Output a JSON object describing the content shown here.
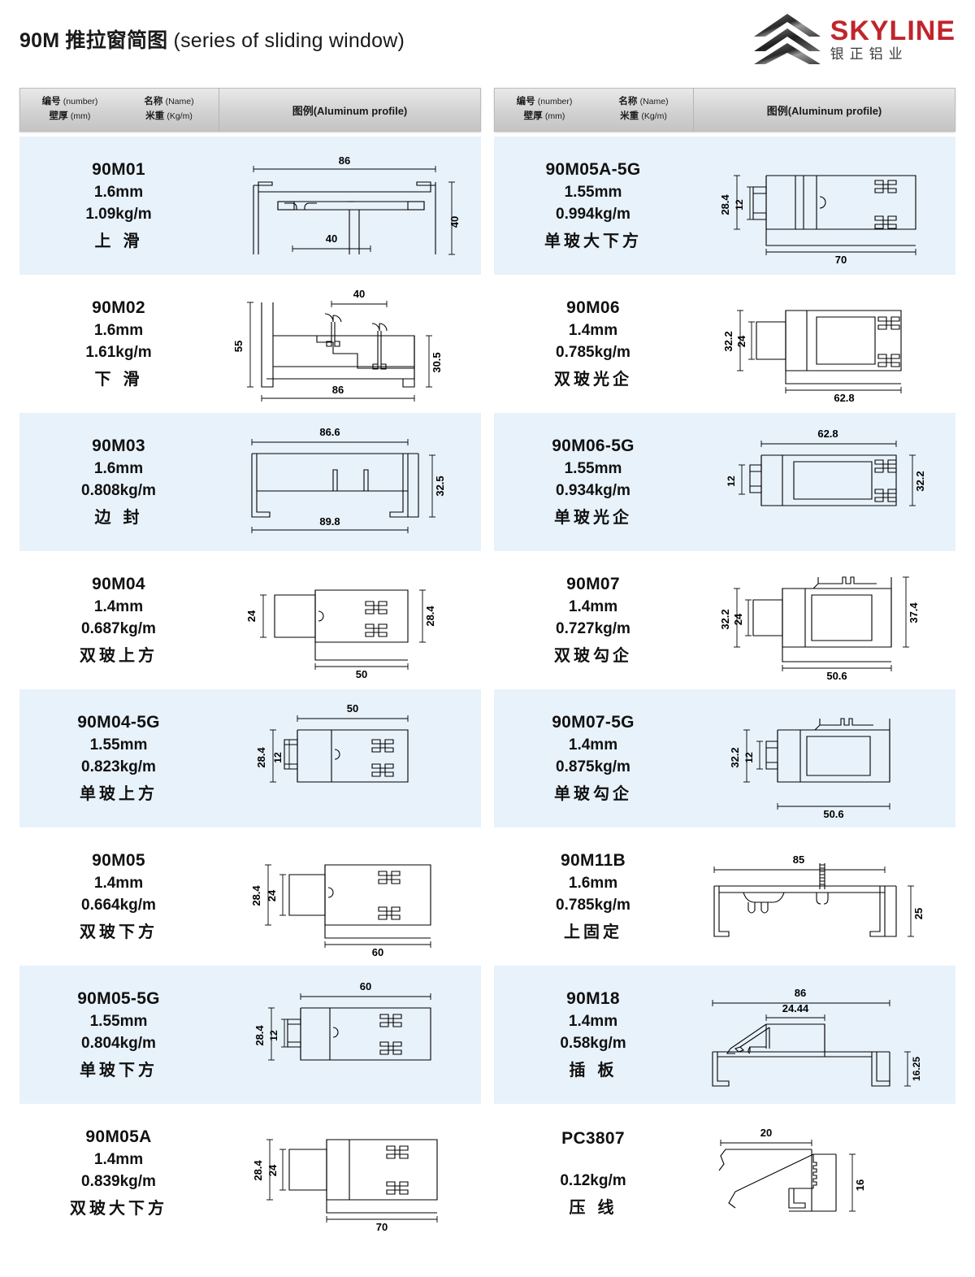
{
  "header": {
    "title_cn": "90M 推拉窗简图",
    "title_en": "(series of  sliding  window)",
    "brand_name": "SKYLINE",
    "brand_sub": "银正铝业",
    "brand_color": "#c0252c"
  },
  "table_header": {
    "number_cn": "编号",
    "number_en": "(number)",
    "name_cn": "名称",
    "name_en": "(Name)",
    "thickness_cn": "壁厚",
    "thickness_en": "(mm)",
    "weight_cn": "米重",
    "weight_en": "(Kg/m)",
    "figure": "图例(Aluminum profile)"
  },
  "chart_data": {
    "type": "table",
    "title": "90M 推拉窗简图 (series of sliding window)",
    "columns": [
      "编号 (number)",
      "壁厚 (mm)",
      "米重 (Kg/m)",
      "名称 (Name)",
      "图例 (Aluminum profile) dimensions"
    ],
    "rows": [
      {
        "code": "90M01",
        "thickness": "1.6mm",
        "weight": "1.09kg/m",
        "name": "上 滑",
        "dims": [
          "86",
          "40",
          "40"
        ]
      },
      {
        "code": "90M05A-5G",
        "thickness": "1.55mm",
        "weight": "0.994kg/m",
        "name": "单玻大下方",
        "dims": [
          "28.4",
          "12",
          "70"
        ]
      },
      {
        "code": "90M02",
        "thickness": "1.6mm",
        "weight": "1.61kg/m",
        "name": "下 滑",
        "dims": [
          "55",
          "40",
          "30.5",
          "86"
        ]
      },
      {
        "code": "90M06",
        "thickness": "1.4mm",
        "weight": "0.785kg/m",
        "name": "双玻光企",
        "dims": [
          "32.2",
          "24",
          "62.8"
        ]
      },
      {
        "code": "90M03",
        "thickness": "1.6mm",
        "weight": "0.808kg/m",
        "name": "边 封",
        "dims": [
          "86.6",
          "32.5",
          "89.8"
        ]
      },
      {
        "code": "90M06-5G",
        "thickness": "1.55mm",
        "weight": "0.934kg/m",
        "name": "单玻光企",
        "dims": [
          "62.8",
          "12",
          "32.2"
        ]
      },
      {
        "code": "90M04",
        "thickness": "1.4mm",
        "weight": "0.687kg/m",
        "name": "双玻上方",
        "dims": [
          "24",
          "28.4",
          "50"
        ]
      },
      {
        "code": "90M07",
        "thickness": "1.4mm",
        "weight": "0.727kg/m",
        "name": "双玻勾企",
        "dims": [
          "32.2",
          "24",
          "37.4",
          "50.6"
        ]
      },
      {
        "code": "90M04-5G",
        "thickness": "1.55mm",
        "weight": "0.823kg/m",
        "name": "单玻上方",
        "dims": [
          "50",
          "28.4",
          "12"
        ]
      },
      {
        "code": "90M07-5G",
        "thickness": "1.4mm",
        "weight": "0.875kg/m",
        "name": "单玻勾企",
        "dims": [
          "32.2",
          "12",
          "50.6"
        ]
      },
      {
        "code": "90M05",
        "thickness": "1.4mm",
        "weight": "0.664kg/m",
        "name": "双玻下方",
        "dims": [
          "28.4",
          "24",
          "60"
        ]
      },
      {
        "code": "90M11B",
        "thickness": "1.6mm",
        "weight": "0.785kg/m",
        "name": "上固定",
        "dims": [
          "85",
          "25"
        ]
      },
      {
        "code": "90M05-5G",
        "thickness": "1.55mm",
        "weight": "0.804kg/m",
        "name": "单玻下方",
        "dims": [
          "60",
          "28.4",
          "12"
        ]
      },
      {
        "code": "90M18",
        "thickness": "1.4mm",
        "weight": "0.58kg/m",
        "name": "插 板",
        "dims": [
          "86",
          "24.44",
          "16.25"
        ]
      },
      {
        "code": "90M05A",
        "thickness": "1.4mm",
        "weight": "0.839kg/m",
        "name": "双玻大下方",
        "dims": [
          "28.4",
          "24",
          "70"
        ]
      },
      {
        "code": "PC3807",
        "thickness": "",
        "weight": "0.12kg/m",
        "name": "压 线",
        "dims": [
          "20",
          "16"
        ]
      }
    ]
  },
  "left_rows": [
    {
      "code": "90M01",
      "thickness": "1.6mm",
      "weight": "1.09kg/m",
      "name": "上 滑",
      "d": [
        "86",
        "40",
        "40"
      ]
    },
    {
      "code": "90M02",
      "thickness": "1.6mm",
      "weight": "1.61kg/m",
      "name": "下 滑",
      "d": [
        "40",
        "55",
        "30.5",
        "86"
      ]
    },
    {
      "code": "90M03",
      "thickness": "1.6mm",
      "weight": "0.808kg/m",
      "name": "边 封",
      "d": [
        "86.6",
        "32.5",
        "89.8"
      ]
    },
    {
      "code": "90M04",
      "thickness": "1.4mm",
      "weight": "0.687kg/m",
      "name": "双玻上方",
      "d": [
        "24",
        "28.4",
        "50"
      ]
    },
    {
      "code": "90M04-5G",
      "thickness": "1.55mm",
      "weight": "0.823kg/m",
      "name": "单玻上方",
      "d": [
        "50",
        "28.4",
        "12"
      ]
    },
    {
      "code": "90M05",
      "thickness": "1.4mm",
      "weight": "0.664kg/m",
      "name": "双玻下方",
      "d": [
        "28.4",
        "24",
        "60"
      ]
    },
    {
      "code": "90M05-5G",
      "thickness": "1.55mm",
      "weight": "0.804kg/m",
      "name": "单玻下方",
      "d": [
        "60",
        "28.4",
        "12"
      ]
    },
    {
      "code": "90M05A",
      "thickness": "1.4mm",
      "weight": "0.839kg/m",
      "name": "双玻大下方",
      "d": [
        "28.4",
        "24",
        "70"
      ]
    }
  ],
  "right_rows": [
    {
      "code": "90M05A-5G",
      "thickness": "1.55mm",
      "weight": "0.994kg/m",
      "name": "单玻大下方",
      "d": [
        "28.4",
        "12",
        "70"
      ]
    },
    {
      "code": "90M06",
      "thickness": "1.4mm",
      "weight": "0.785kg/m",
      "name": "双玻光企",
      "d": [
        "32.2",
        "24",
        "62.8"
      ]
    },
    {
      "code": "90M06-5G",
      "thickness": "1.55mm",
      "weight": "0.934kg/m",
      "name": "单玻光企",
      "d": [
        "62.8",
        "12",
        "32.2"
      ]
    },
    {
      "code": "90M07",
      "thickness": "1.4mm",
      "weight": "0.727kg/m",
      "name": "双玻勾企",
      "d": [
        "32.2",
        "24",
        "37.4",
        "50.6"
      ]
    },
    {
      "code": "90M07-5G",
      "thickness": "1.4mm",
      "weight": "0.875kg/m",
      "name": "单玻勾企",
      "d": [
        "32.2",
        "12",
        "50.6"
      ]
    },
    {
      "code": "90M11B",
      "thickness": "1.6mm",
      "weight": "0.785kg/m",
      "name": "上固定",
      "d": [
        "85",
        "25"
      ]
    },
    {
      "code": "90M18",
      "thickness": "1.4mm",
      "weight": "0.58kg/m",
      "name": "插 板",
      "d": [
        "86",
        "24.44",
        "16.25"
      ]
    },
    {
      "code": "PC3807",
      "thickness": "",
      "weight": "0.12kg/m",
      "name": "压 线",
      "d": [
        "20",
        "16"
      ]
    }
  ]
}
